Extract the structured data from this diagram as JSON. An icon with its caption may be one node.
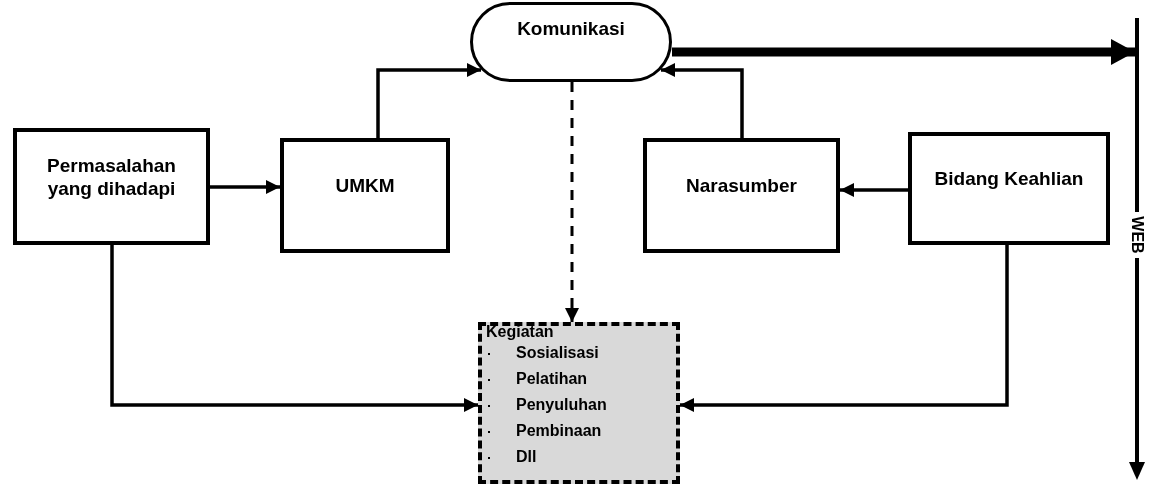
{
  "diagram": {
    "nodes": [
      {
        "text": [
          "Permasalahan yang dihadapi"
        ]
      },
      {
        "text": [
          "UMKM"
        ]
      },
      {
        "text": [
          "Komunikasi"
        ]
      },
      {
        "text": [
          "Narasumber"
        ]
      },
      {
        "text": [
          "Bidang Keahlian"
        ]
      },
      {
        "text": [
          "Kegiatan",
          "Sosialisasi",
          "Pelatihan",
          "Penyuluhan",
          "Pembinaan",
          "Dll"
        ]
      },
      {
        "text": [
          "WEB"
        ]
      }
    ],
    "edges": [
      {
        "from": 0,
        "to": 1,
        "arrow": "to"
      },
      {
        "from": 1,
        "to": 2,
        "arrow": "to"
      },
      {
        "from": 3,
        "to": 2,
        "arrow": "to"
      },
      {
        "from": 4,
        "to": 3,
        "arrow": "to"
      },
      {
        "from": 2,
        "to": 5,
        "arrow": "to",
        "style": "dashed"
      },
      {
        "from": 0,
        "to": 5,
        "arrow": "to"
      },
      {
        "from": 4,
        "to": 5,
        "arrow": "to"
      },
      {
        "from": 2,
        "to": 6,
        "arrow": "to",
        "style": "thick"
      }
    ]
  }
}
